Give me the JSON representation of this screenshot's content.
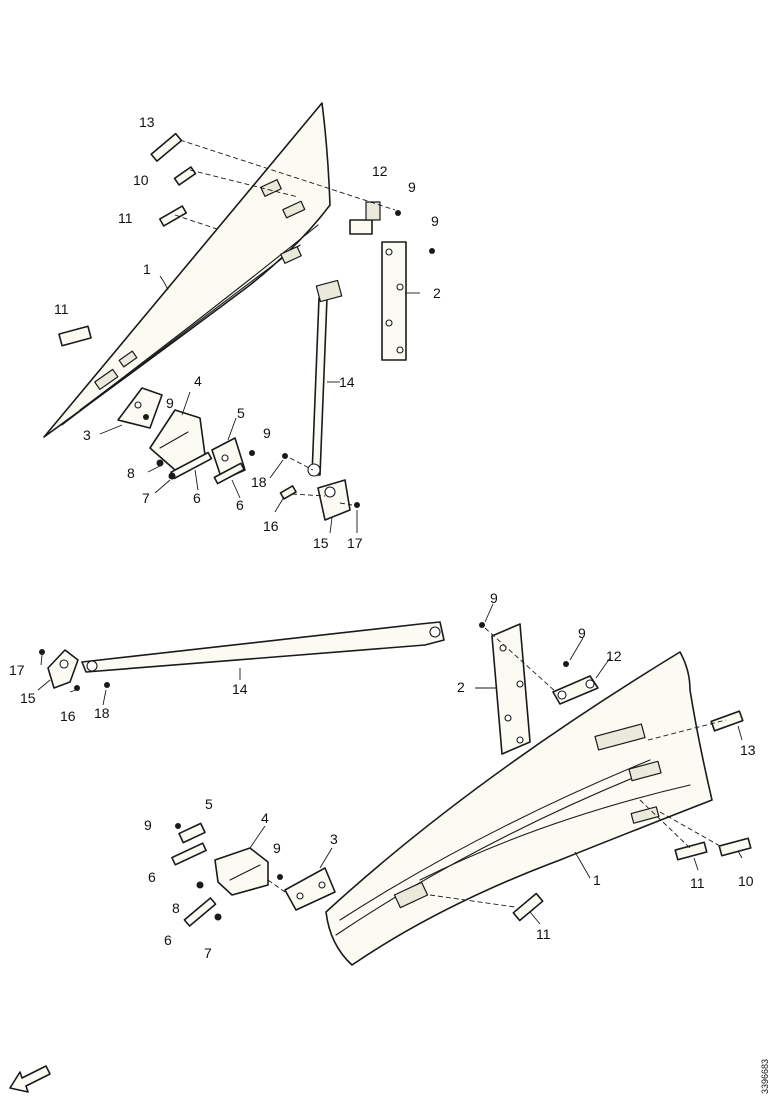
{
  "colors": {
    "line": "#1a1a1a",
    "part_fill": "#fbfbf3",
    "background": "#ffffff"
  },
  "callouts": {
    "upper": {
      "n13": "13",
      "n10": "10",
      "n11a": "11",
      "n12": "12",
      "n9a": "9",
      "n9b": "9",
      "n2": "2",
      "n1": "1",
      "n11b": "11",
      "n14": "14",
      "n3": "3",
      "n4": "4",
      "n9c": "9",
      "n5": "5",
      "n9d": "9",
      "n8": "8",
      "n7": "7",
      "n6a": "6",
      "n6b": "6",
      "n18": "18",
      "n16": "16",
      "n15": "15",
      "n17": "17"
    },
    "lower": {
      "n9a": "9",
      "n9b": "9",
      "n12": "12",
      "n2": "2",
      "n17": "17",
      "n15": "15",
      "n16": "16",
      "n18": "18",
      "n14": "14",
      "n13": "13",
      "n9c": "9",
      "n5": "5",
      "n4": "4",
      "n6a": "6",
      "n9d": "9",
      "n3": "3",
      "n8": "8",
      "n6b": "6",
      "n7": "7",
      "n1": "1",
      "n11a": "11",
      "n10": "10",
      "n11b": "11"
    }
  },
  "reference_number": "3396683",
  "direction_icon": "arrow-icon"
}
